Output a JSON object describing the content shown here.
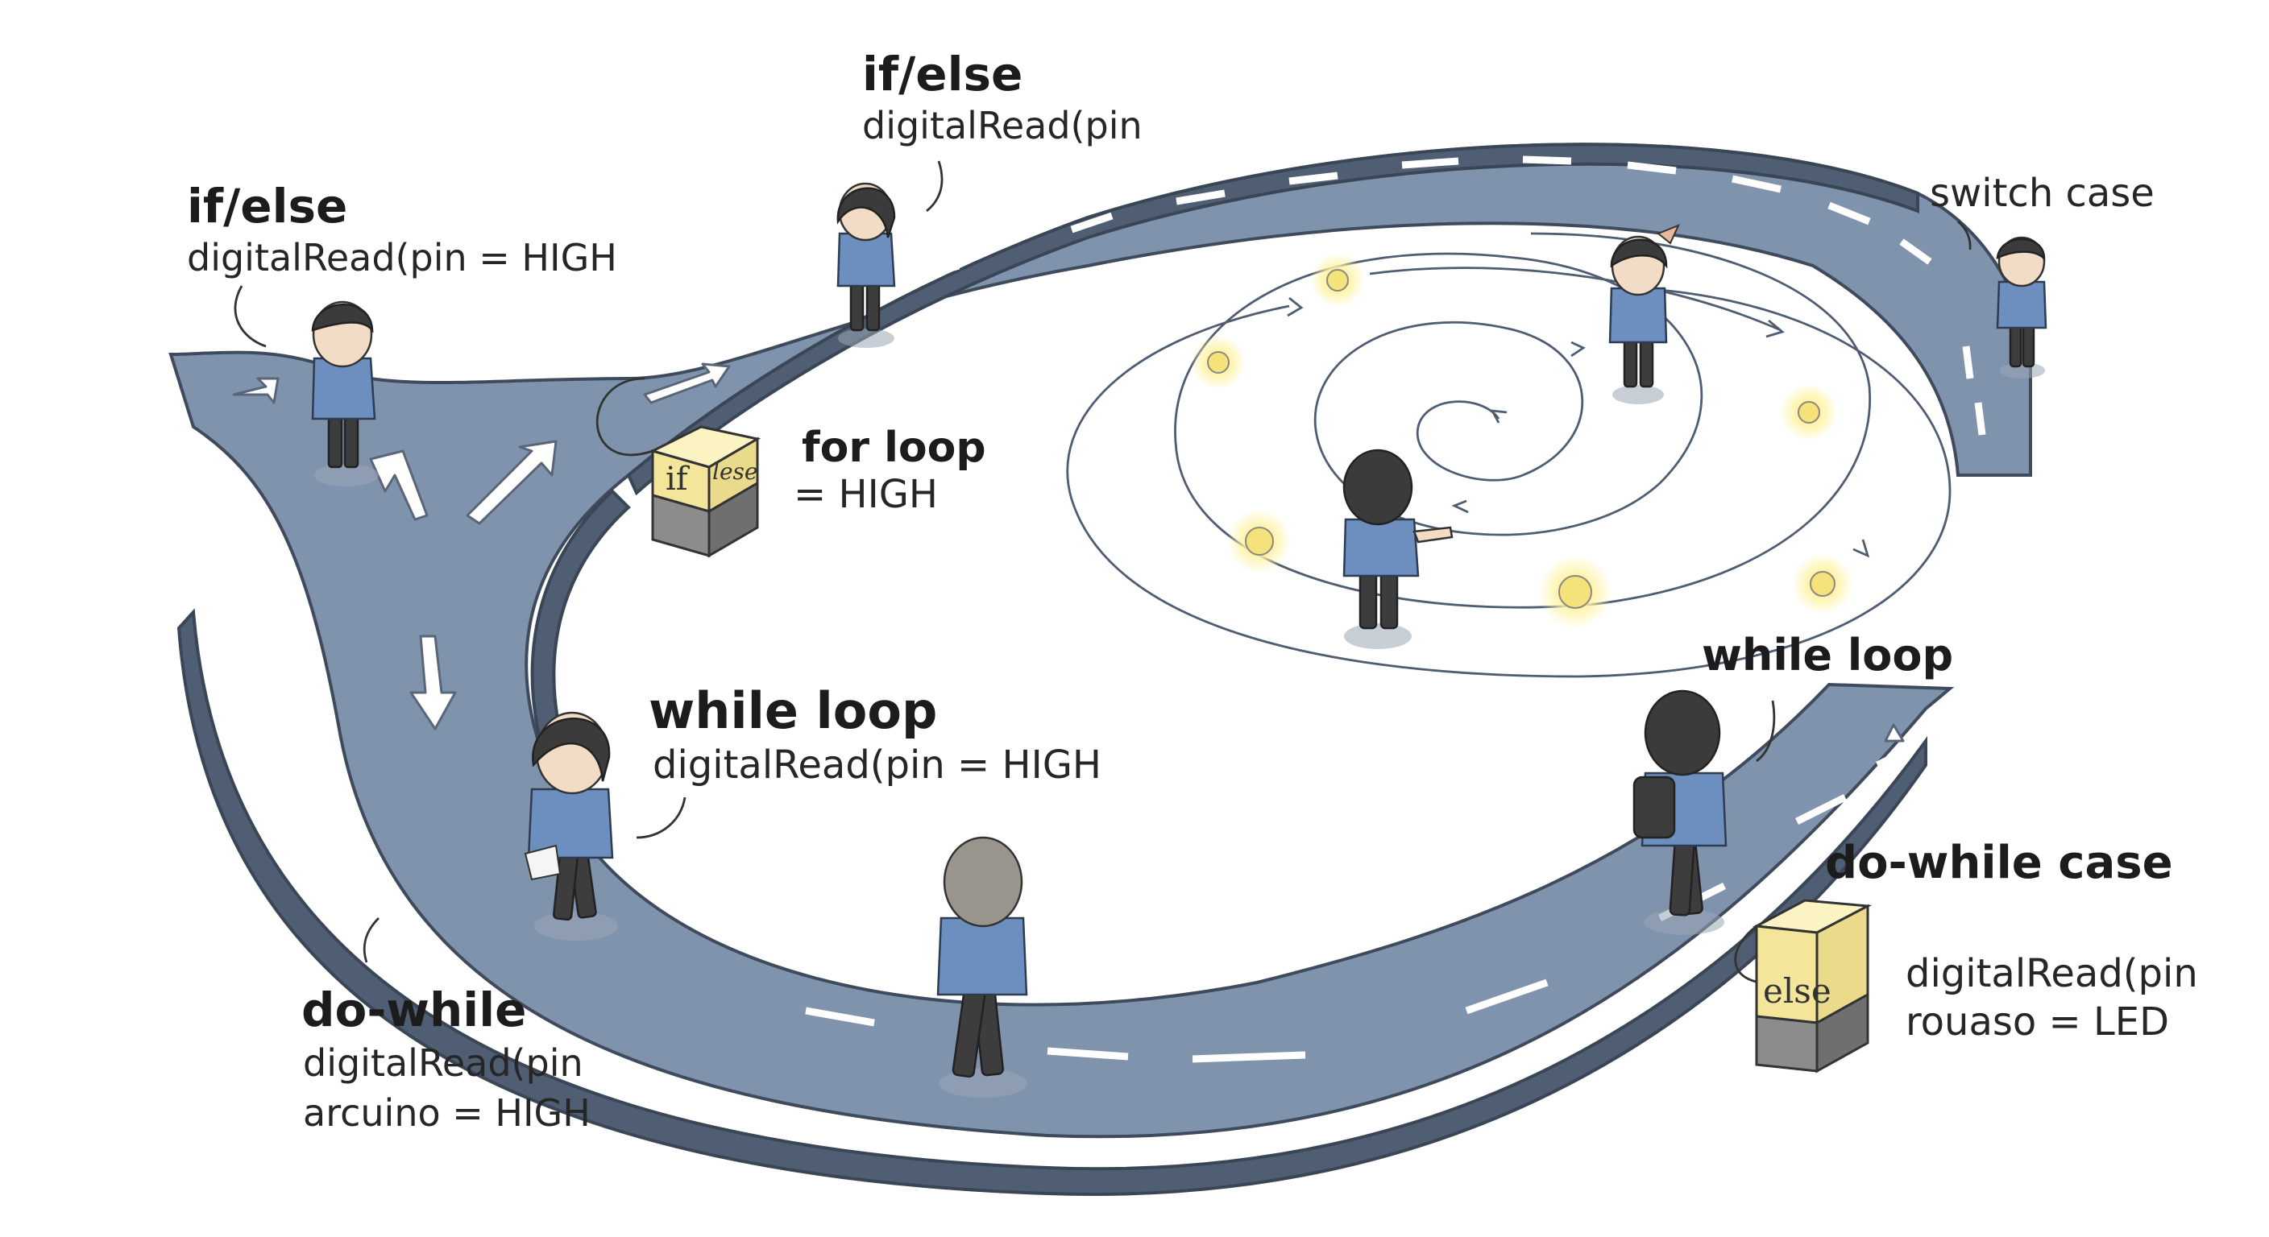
{
  "labels": {
    "top_if_else": {
      "title": "if/else",
      "code": "digitalRead(pin"
    },
    "left_if_else": {
      "title": "if/else",
      "code": "digitalRead(pin = HIGH"
    },
    "switch_case": {
      "title": "switch case"
    },
    "for_loop": {
      "title": "for loop",
      "code": "= HIGH"
    },
    "while_loop_left": {
      "title": "while loop",
      "code": "digitalRead(pin = HIGH"
    },
    "while_loop_right": {
      "title": "while loop"
    },
    "do_while_left": {
      "title": "do-while",
      "code_line1": "digitalRead(pin",
      "code_line2": "arcuino = HIGH"
    },
    "do_while_right": {
      "title": "do-while case",
      "code_line1": "digitalRead(pin",
      "code_line2": "rouaso = LED"
    }
  },
  "blocks": {
    "left_block": {
      "left_face": "if",
      "right_face": "lese"
    },
    "right_block": {
      "face": "else"
    }
  },
  "colors": {
    "road": "#7f93ad",
    "road_side": "#4f5e73",
    "shirt": "#6d8fbf",
    "glow": "#fff3a0",
    "block_top": "#fbf3c2",
    "block_face": "#f3e59a",
    "block_base": "#8c8c8c"
  },
  "icons": [
    "person-icon",
    "glowing-light-icon",
    "logic-block-icon",
    "direction-arrow-icon"
  ]
}
